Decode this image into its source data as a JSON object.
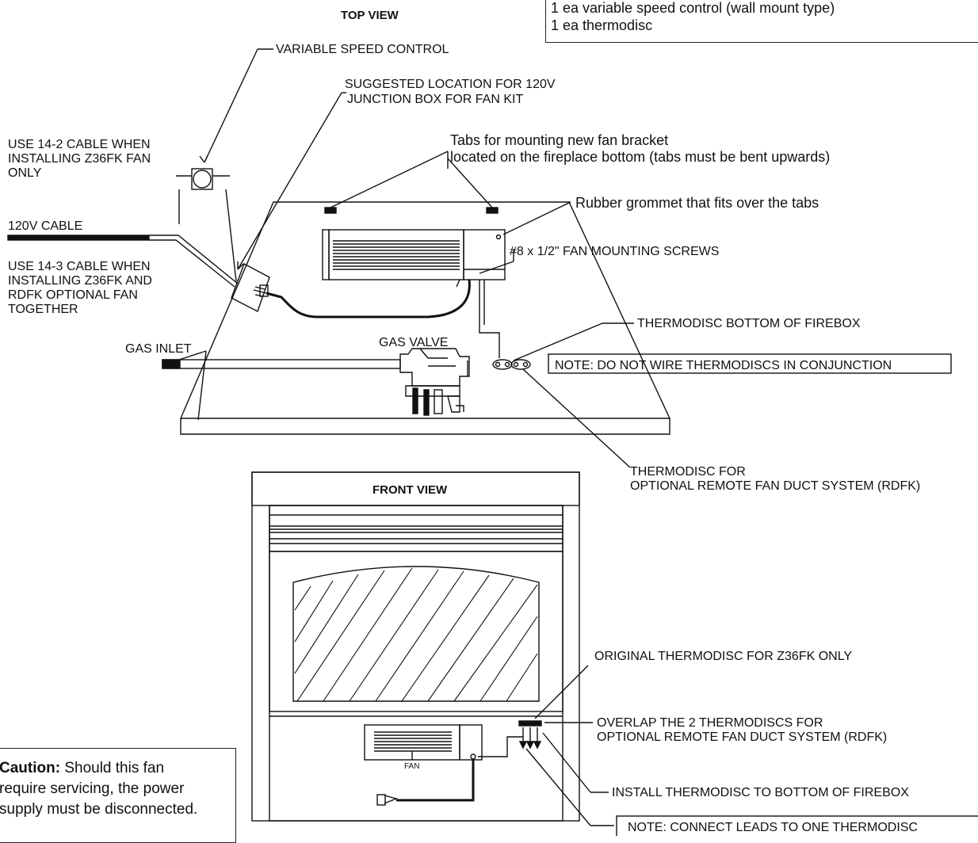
{
  "info_box": {
    "line1": "1 ea variable speed control (wall mount type)",
    "line2": "1 ea thermodisc"
  },
  "top_view": {
    "title": "TOP VIEW",
    "variable_speed_control": "VARIABLE SPEED CONTROL",
    "junction_box_line1": "SUGGESTED LOCATION FOR 120V",
    "junction_box_line2": "JUNCTION BOX FOR FAN KIT",
    "cable_14_2": [
      "USE 14-2 CABLE WHEN",
      "INSTALLING Z36FK FAN",
      "ONLY"
    ],
    "cable_120v": "120V CABLE",
    "cable_14_3": [
      "USE 14-3 CABLE WHEN",
      "INSTALLING Z36FK AND",
      "RDFK OPTIONAL FAN",
      "TOGETHER"
    ],
    "tabs_line1": "Tabs for mounting new fan bracket",
    "tabs_line2": "located on the fireplace bottom (tabs must be bent upwards)",
    "grommet": "Rubber grommet that fits over the tabs",
    "screws": "#8 x 1/2\" FAN MOUNTING SCREWS",
    "thermodisc_bottom": "THERMODISC BOTTOM OF FIREBOX",
    "gas_inlet": "GAS INLET",
    "gas_valve": "GAS VALVE",
    "note_no_wire": "NOTE: DO NOT WIRE THERMODISCS IN CONJUNCTION",
    "thermodisc_rdfk_line1": "THERMODISC FOR",
    "thermodisc_rdfk_line2": "OPTIONAL REMOTE FAN DUCT SYSTEM (RDFK)"
  },
  "front_view": {
    "title": "FRONT VIEW",
    "fan_label": "FAN",
    "original_thermodisc": "ORIGINAL THERMODISC FOR Z36FK ONLY",
    "overlap_line1": "OVERLAP THE 2 THERMODISCS FOR",
    "overlap_line2": "OPTIONAL REMOTE FAN DUCT SYSTEM (RDFK)",
    "install_thermodisc": "INSTALL THERMODISC TO BOTTOM OF FIREBOX",
    "note_connect": "NOTE: CONNECT LEADS TO ONE THERMODISC"
  },
  "caution": {
    "label": "Caution:",
    "text": "Should this fan",
    "line2": "require servicing, the power",
    "line3": "supply must be disconnected."
  }
}
